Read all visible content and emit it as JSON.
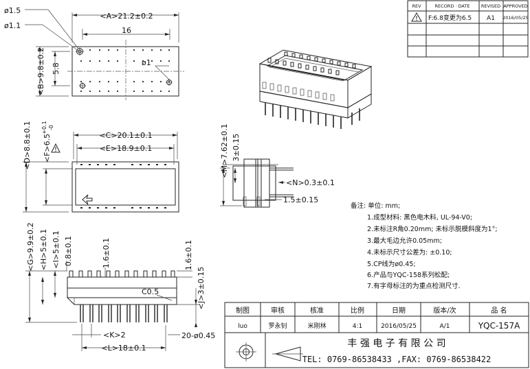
{
  "revision_table": {
    "headers": [
      "REV",
      "RECORD · DATE",
      "REVISED",
      "APPROVED"
    ],
    "row": {
      "rev_icon": "warning-triangle-icon",
      "record": "F:6.8变更为6.5",
      "revised": "A1",
      "approved": "2016/05/25"
    }
  },
  "top_view": {
    "dim_a": "<A>21.2±0.2",
    "dim_16": "16",
    "dim_b": "<B>9.8±0.2",
    "dim_58": "5.8",
    "d15": "ø1.5",
    "d11": "ø1.1",
    "d1": "ø1"
  },
  "middle_view": {
    "dim_c": "<C>20.1±0.1",
    "dim_e": "<E>18.9±0.1",
    "dim_d": "<D>8.8±0.1",
    "dim_f": "<F>6.5",
    "dim_f_tol_plus": "+0.1",
    "dim_f_tol_minus": "-0"
  },
  "side_view": {
    "dim_m": "<M>7.62±0.1",
    "dim_3": "3±0.15",
    "dim_n": "<N>0.3±0.1",
    "dim_15": "1.5±0.15"
  },
  "front_view": {
    "dim_g": "<G>9.9±0.2",
    "dim_h": "<H>5±0.1",
    "dim_i": "<I>5±0.1",
    "dim_08": "0.8±0.1",
    "dim_16a": "1.6±0.1",
    "dim_16b": "1.6±0.1",
    "dim_j": "<J>3±0.15",
    "dim_c05": "C0.5",
    "dim_k": "<K>2",
    "dim_l": "<L>18±0.1",
    "dim_20": "20-ø0.45"
  },
  "notes": {
    "title": "备注: 单位: mm;",
    "items": [
      "1.成型材料: 黑色电木料, UL-94-V0;",
      "2.未标注R角0.20mm; 未标示脱模斜度为1°;",
      "3.最大毛边允许0.05mm;",
      "4.未标示尺寸公差为: ±0.10;",
      "5.CP线为ø0.45;",
      "6.产品与YQC-158系列松配;",
      "7.有字母标注的为重点检测尺寸."
    ]
  },
  "title_block": {
    "headers": [
      "制图",
      "审核",
      "核准",
      "比例",
      "日期",
      "版本/次",
      "品 名"
    ],
    "values": [
      "luo",
      "罗永钊",
      "米刚林",
      "4:1",
      "2016/05/25",
      "A/1",
      "YQC-157A"
    ],
    "company": "丰 强 电 子 有 限 公 司",
    "contact": "TEL: 0769-86538433 ,FAX: 0769-86538422"
  }
}
